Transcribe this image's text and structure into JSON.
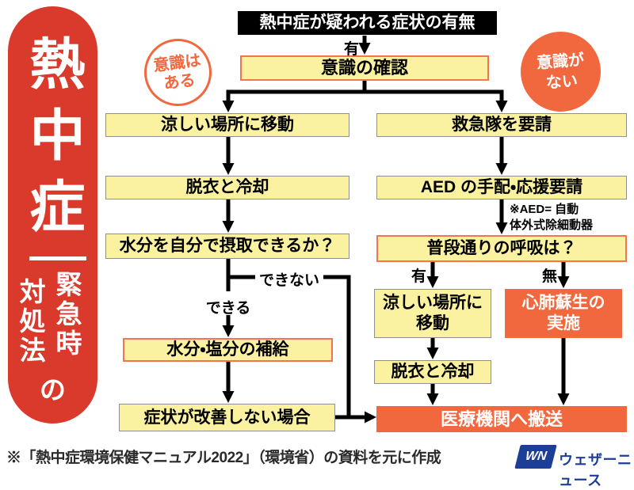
{
  "pill": {
    "title": "熱中症",
    "subtitle_right_column": "緊急時",
    "subtitle_left_column": "対処法",
    "subtitle_tail": "の",
    "color": "#D93A2B"
  },
  "badges": {
    "conscious": "意識は\nある",
    "unconscious": "意識が\nない"
  },
  "flow": {
    "start": "熱中症が疑われる症状の有無",
    "consciousness_check": "意識の確認",
    "left_move_cool": "涼しい場所に移動",
    "left_undress_cool": "脱衣と冷却",
    "left_intake_question": "水分を自分で摂取できるか？",
    "left_refill": "水分・塩分の補給",
    "left_no_improvement": "症状が改善しない場合",
    "right_call_ambulance": "救急隊を要請",
    "right_aed": "AED の手配・応援要請",
    "right_breathing_question": "普段通りの呼吸は？",
    "right_move_cool": "涼しい場所に\n移動",
    "right_cpr": "心肺蘇生の\n実施",
    "right_undress_cool": "脱衣と冷却",
    "transport": "医療機関へ搬送"
  },
  "edge_labels": {
    "symptoms_yes": "有",
    "can": "できる",
    "cannot": "できない",
    "breathing_yes": "有",
    "breathing_no": "無"
  },
  "note_aed": "※AED= 自動\n体外式除細動器",
  "footer": {
    "source": "※「熱中症環境保健マニュアル2022」（環境省）の資料を元に作成",
    "logo_mark": "WN",
    "logo_text": "ウェザーニュース"
  },
  "colors": {
    "red_pill": "#D93A2B",
    "orange": "#F2683E",
    "orange_border": "#F3744E",
    "yellow_fill": "#FAF1A1",
    "gray_border": "#8f8f8f",
    "logo_blue": "#1C3E96",
    "line_black": "#000000"
  }
}
